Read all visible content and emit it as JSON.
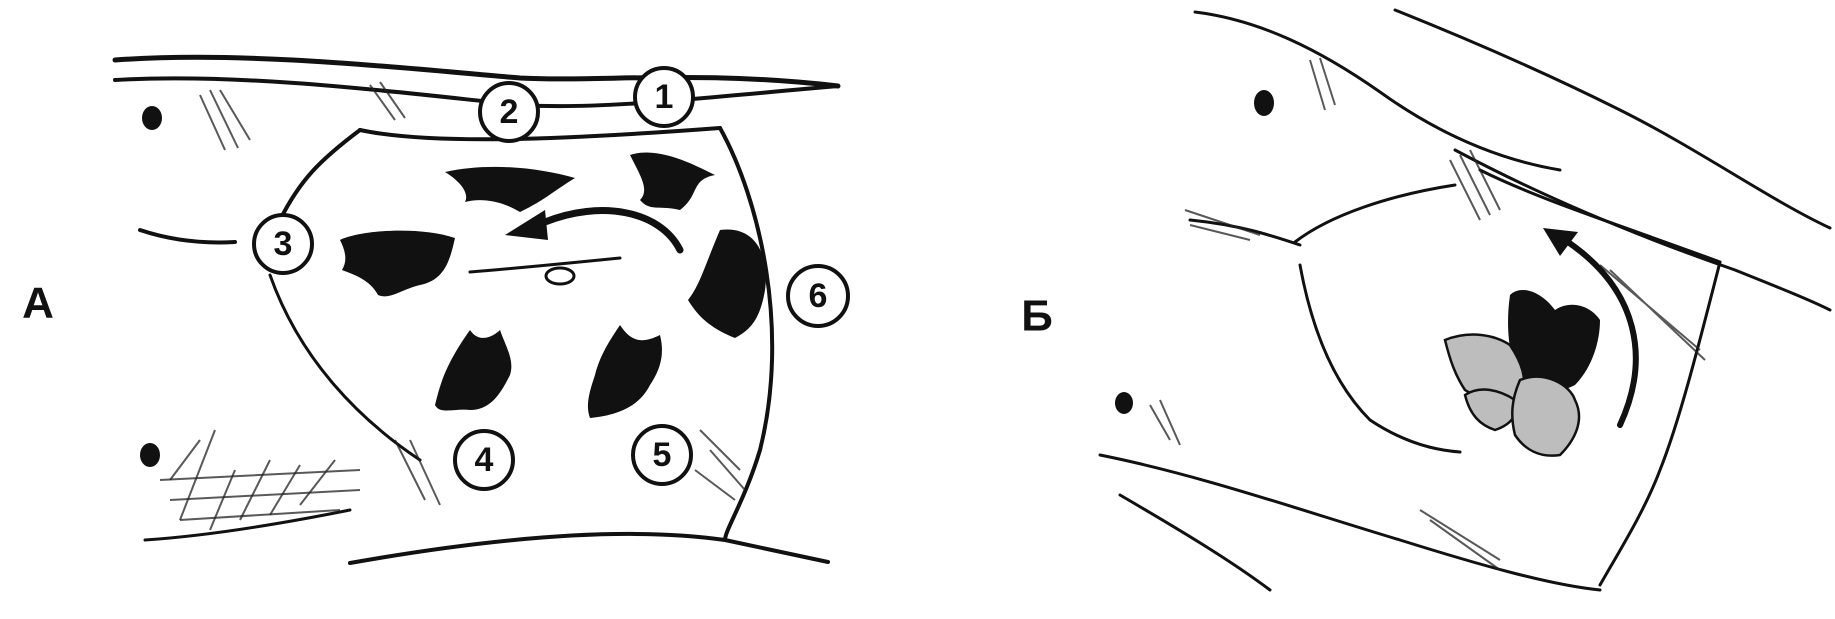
{
  "panels": [
    {
      "label": "А",
      "markers": [
        "1",
        "2",
        "3",
        "4",
        "5",
        "6"
      ]
    },
    {
      "label": "Б"
    }
  ]
}
